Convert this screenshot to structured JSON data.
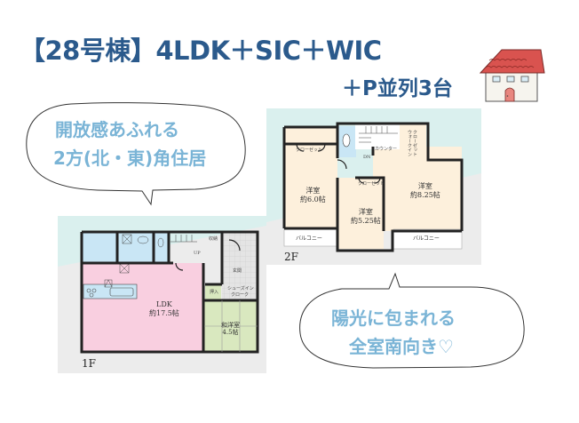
{
  "header": {
    "title": "【28号棟】4LDK＋SIC＋WIC",
    "subtitle": "＋P並列3台"
  },
  "bubbles": {
    "top_left": {
      "line1": "開放感あふれる",
      "line2": "2方(北・東)角住居"
    },
    "bottom_right": {
      "line1": "陽光に包まれる",
      "line2": "全室南向き♡"
    }
  },
  "floor1": {
    "label": "1F",
    "rooms": {
      "ldk_name": "LDK",
      "ldk_size": "約17.5帖",
      "washitsu_name": "和洋室",
      "washitsu_size": "4.5帖",
      "oshiire": "押入",
      "genkan": "玄関",
      "shuno": "収納",
      "shoes_in_closet_1": "シューズイン",
      "shoes_in_closet_2": "クローク",
      "up": "UP"
    }
  },
  "floor2": {
    "label": "2F",
    "rooms": {
      "room1_name": "洋室",
      "room1_size": "約6.0帖",
      "room2_name": "洋室",
      "room2_size": "約5.25帖",
      "room3_name": "洋室",
      "room3_size": "約8.25帖",
      "closet_a": "クローゼット",
      "closet_b": "クローゼット",
      "counter": "カウンター",
      "wic_1": "ウォークイン",
      "wic_2": "クローゼット",
      "balcony_a": "バルコニー",
      "balcony_b": "バルコニー",
      "dn": "DN"
    }
  },
  "colors": {
    "title": "#2b5a8c",
    "bubble_text": "#7ab4d6",
    "ldk_fill": "#f9cfe0",
    "washitsu_fill": "#d9e8bf",
    "wet_fill": "#c9e6f5",
    "room_fill": "#fdf0dc",
    "bg_teal": "#daf0ee",
    "bg_gray": "#ececec"
  }
}
